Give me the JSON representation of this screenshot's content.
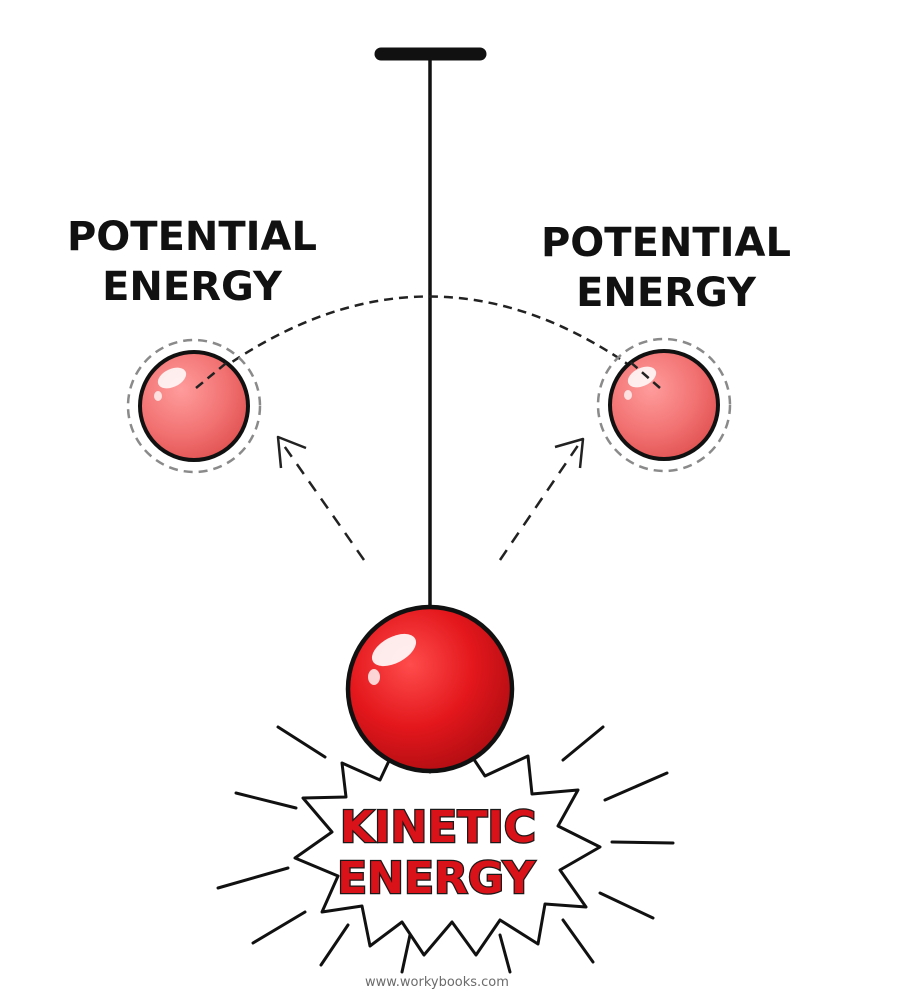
{
  "labels": {
    "left_line1": "POTENTIAL",
    "left_line2": "ENERGY",
    "right_line1": "POTENTIAL",
    "right_line2": "ENERGY",
    "center_line1": "KINETIC",
    "center_line2": "ENERGY"
  },
  "watermark": "www.workybooks.com",
  "colors": {
    "ball_red": "#e3171c",
    "ball_faded": "#f27272",
    "label_red": "#d81218",
    "outline": "#111111"
  },
  "icons": {
    "pendulum_ball": "red-sphere",
    "swing_arrows": "dashed-arrow",
    "impact_burst": "starburst"
  }
}
